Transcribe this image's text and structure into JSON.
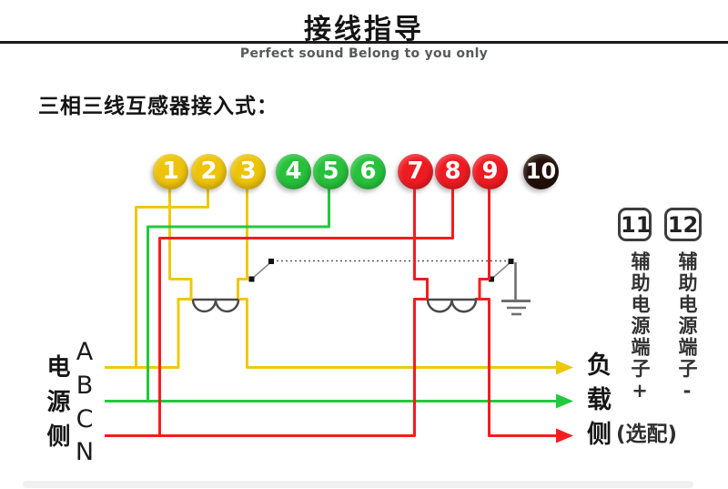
{
  "header": {
    "title": "接线指导",
    "tagline": "Perfect sound Belong to you only"
  },
  "section_title": "三相三线互感器接入式：",
  "terminals": [
    {
      "label": "1",
      "color": "#edc40a"
    },
    {
      "label": "2",
      "color": "#edc40a"
    },
    {
      "label": "3",
      "color": "#edc40a"
    },
    {
      "label": "4",
      "color": "#27c13c"
    },
    {
      "label": "5",
      "color": "#27c13c"
    },
    {
      "label": "6",
      "color": "#27c13c"
    },
    {
      "label": "7",
      "color": "#ef1b23"
    },
    {
      "label": "8",
      "color": "#ef1b23"
    },
    {
      "label": "9",
      "color": "#ef1b23"
    },
    {
      "label": "10",
      "color": "#221008"
    }
  ],
  "source_side": {
    "label": "电源侧",
    "phases": [
      "A",
      "B",
      "C",
      "N"
    ]
  },
  "load_side": {
    "label": "负载侧"
  },
  "aux_terminals": {
    "badge_1": "11",
    "badge_2": "12",
    "label_1": "辅助电源端子+",
    "label_2": "辅助电源端子-",
    "note": "(选配)"
  },
  "wire_colors": {
    "phase_a_yellow": "#eec80c",
    "phase_b_green": "#22c93e",
    "phase_c_red": "#f51c20",
    "earth_gray": "#6f6f6f"
  }
}
